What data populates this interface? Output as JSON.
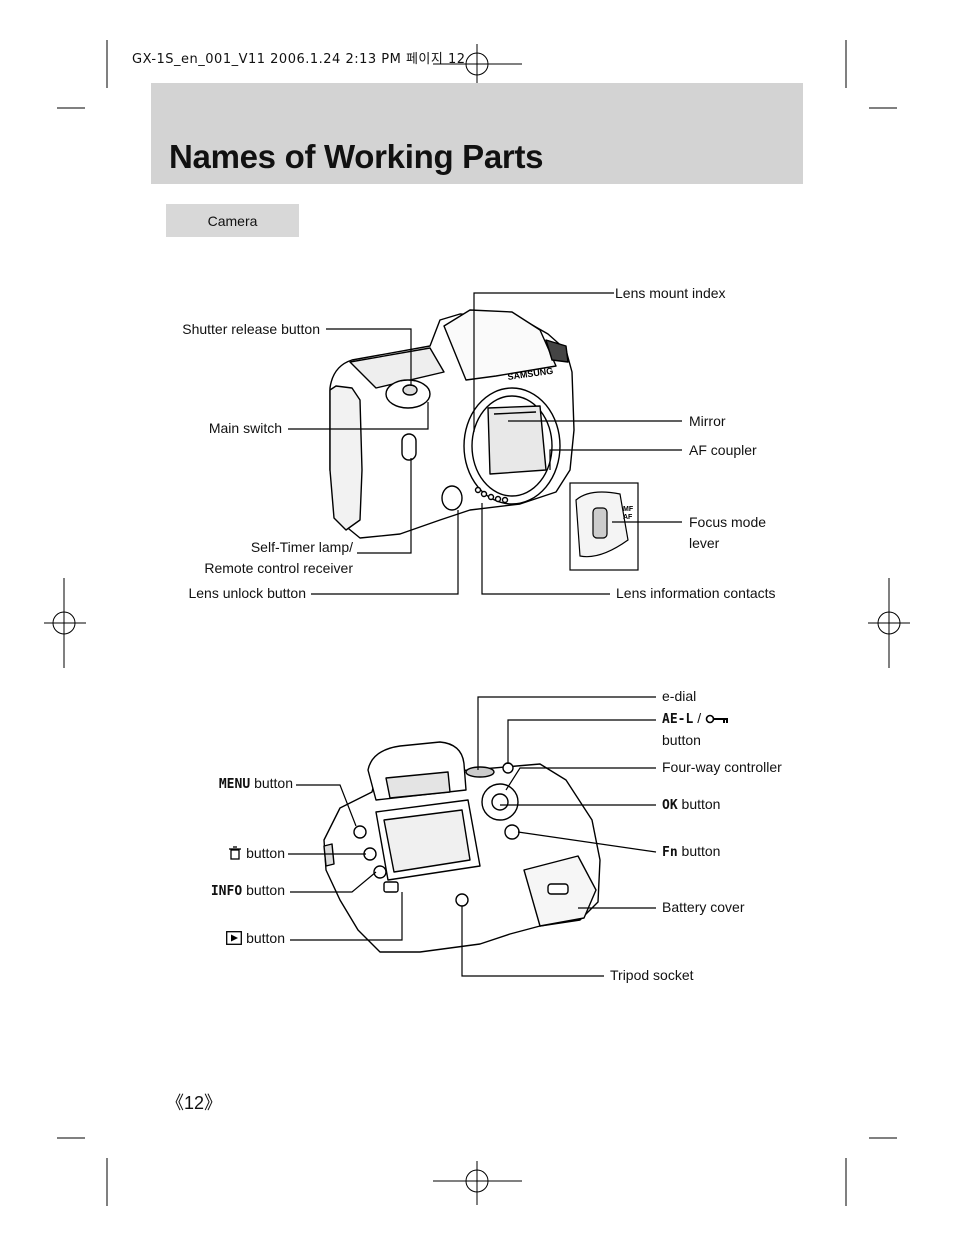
{
  "print_slug": "GX-1S_en_001_V11  2006.1.24 2:13 PM 페이지 12",
  "title": "Names of Working Parts",
  "section_tab": "Camera",
  "front_labels": {
    "lens_mount_index": "Lens mount index",
    "shutter_release": "Shutter release button",
    "main_switch": "Main switch",
    "mirror": "Mirror",
    "af_coupler": "AF coupler",
    "focus_mode_1": "Focus mode",
    "focus_mode_2": "lever",
    "self_timer_1": "Self-Timer lamp/",
    "self_timer_2": "Remote control receiver",
    "lens_unlock": "Lens unlock button",
    "lens_info": "Lens information contacts",
    "brand": "SAMSUNG",
    "mf": "MF",
    "af": "AF"
  },
  "back_labels": {
    "e_dial": "e-dial",
    "ael_symbol": "AE-L",
    "ael_sep": "/",
    "ael_button": "button",
    "four_way": "Four-way controller",
    "ok_symbol": "OK",
    "ok_button": "button",
    "fn_symbol": "Fn",
    "fn_button": "button",
    "battery_cover": "Battery cover",
    "tripod_socket": "Tripod socket",
    "menu_symbol": "MENU",
    "menu_button": "button",
    "delete_button": "button",
    "info_symbol": "INFO",
    "info_button": "button",
    "play_button": "button"
  },
  "page_number": "《12》",
  "icons": [
    "key-icon",
    "trash-icon",
    "play-icon",
    "crop-mark-icon",
    "registration-mark-icon"
  ]
}
